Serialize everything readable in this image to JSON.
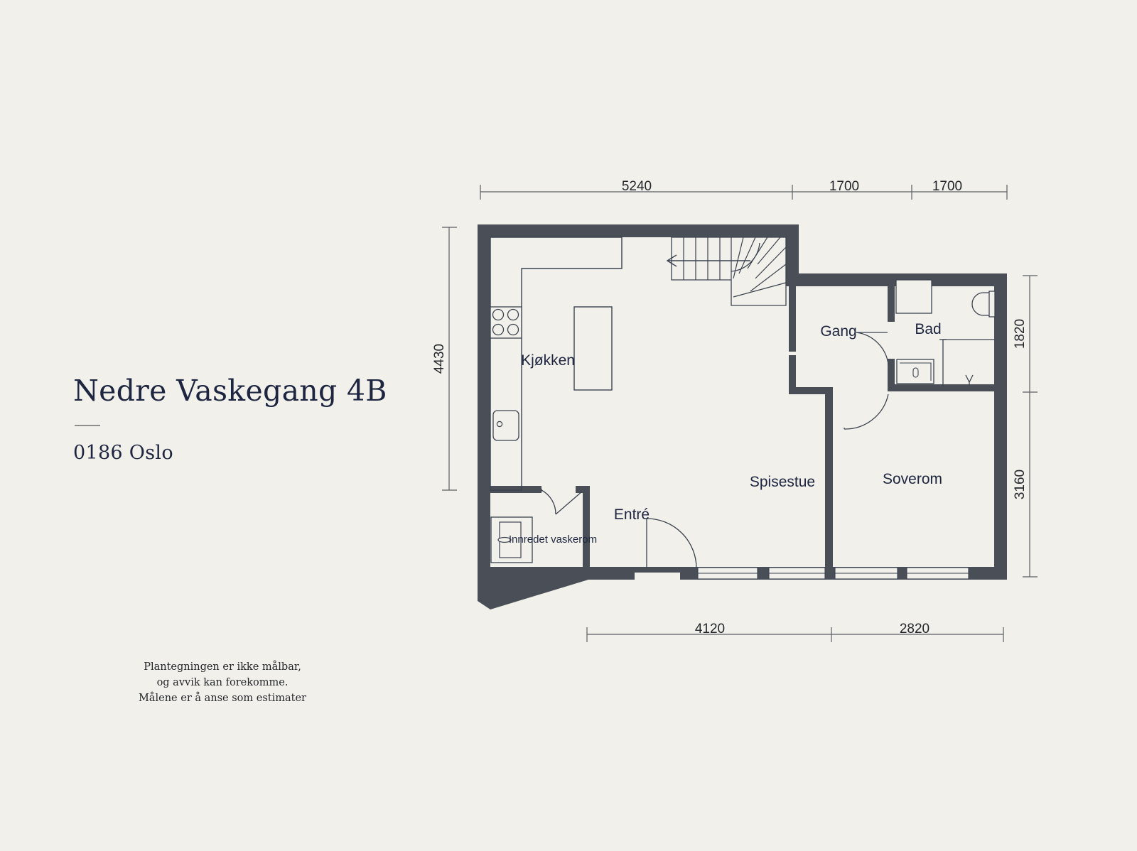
{
  "header": {
    "address_title": "Nedre Vaskegang 4B",
    "postal_city": "0186 Oslo"
  },
  "disclaimer": {
    "line1": "Plantegningen er ikke målbar,",
    "line2": "og avvik kan forekomme.",
    "line3": "Målene er å anse som estimater"
  },
  "colors": {
    "background": "#f2f0ea",
    "wall": "#4a4f57",
    "ink": "#1d2540",
    "dimension": "#5a5e63",
    "fixture_stroke": "#3b4350"
  },
  "floorplan": {
    "rooms": [
      {
        "id": "kjokken",
        "label": "Kjøkken"
      },
      {
        "id": "spisestue",
        "label": "Spisestue"
      },
      {
        "id": "entre",
        "label": "Entré"
      },
      {
        "id": "vaskerom",
        "label": "Innredet vaskerom"
      },
      {
        "id": "gang",
        "label": "Gang"
      },
      {
        "id": "bad",
        "label": "Bad"
      },
      {
        "id": "soverom",
        "label": "Soverom"
      }
    ],
    "dimensions": {
      "top": [
        "5240",
        "1700",
        "1700"
      ],
      "left": [
        "4430"
      ],
      "right": [
        "1820",
        "3160"
      ],
      "bottom": [
        "4120",
        "2820"
      ]
    }
  }
}
